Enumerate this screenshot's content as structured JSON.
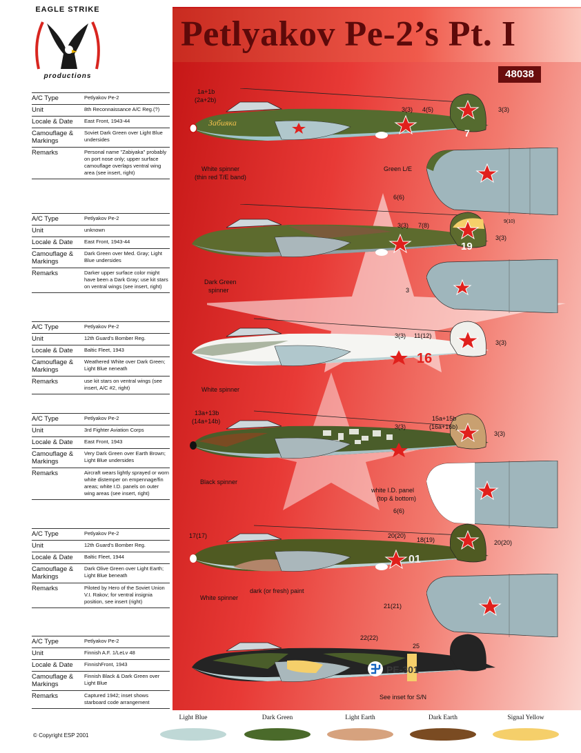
{
  "brand": {
    "top": "EAGLE STRIKE",
    "bottom": "productions"
  },
  "title": "Petlyakov Pe-2’s   Pt. I",
  "catalog": "48038",
  "copyright": "© Copyright ESP 2001",
  "aircraft": [
    {
      "rows": [
        {
          "k": "A/C Type",
          "v": "Petlyakov Pe-2"
        },
        {
          "k": "Unit",
          "v": "8th Reconnaissance A/C Reg.(?)"
        },
        {
          "k": "Locale & Date",
          "v": "East Front, 1943-44"
        },
        {
          "k": "Camouflage & Markings",
          "v": "Soviet Dark Green over Light Blue undersides"
        },
        {
          "k": "Remarks",
          "v": "Personal name \"Zabiyaka\" probably on port nose only; upper surface camouflage overlaps ventral wing area (see insert, right)"
        }
      ],
      "labels": [
        "1a+1b",
        "(2a+2b)",
        "3(3)",
        "4(5)",
        "3(3)",
        "White spinner",
        "(thin red T/E band)",
        "Green L/E",
        "6(6)"
      ],
      "fin_code": "7",
      "nose_name": "Забияка"
    },
    {
      "rows": [
        {
          "k": "A/C Type",
          "v": "Petlyakov Pe-2"
        },
        {
          "k": "Unit",
          "v": "unknown"
        },
        {
          "k": "Locale & Date",
          "v": "East Front, 1943-44"
        },
        {
          "k": "Camouflage & Markings",
          "v": "Dark Green over Med. Gray; Light Blue undersides"
        },
        {
          "k": "Remarks",
          "v": "Darker upper surface color might have been a Dark Gray; use kit stars on ventral wings (see insert, right)"
        }
      ],
      "labels": [
        "3(3)",
        "7(8)",
        "9(10)",
        "3(3)",
        "Dark Green",
        "spinner",
        "3"
      ],
      "fin_code": "19"
    },
    {
      "rows": [
        {
          "k": "A/C Type",
          "v": "Petlyakov Pe-2"
        },
        {
          "k": "Unit",
          "v": "12th Guard's Bomber Reg."
        },
        {
          "k": "Locale & Date",
          "v": "Baltic Fleet, 1943"
        },
        {
          "k": "Camouflage & Markings",
          "v": "Weathered White over Dark Green; Light Blue neneath"
        },
        {
          "k": "Remarks",
          "v": "use kit stars on ventral wings (see insert, A/C #2, right)"
        }
      ],
      "labels": [
        "3(3)",
        "11(12)",
        "3(3)",
        "White spinner"
      ],
      "fuselage_code": "16"
    },
    {
      "rows": [
        {
          "k": "A/C Type",
          "v": "Petlyakov Pe-2"
        },
        {
          "k": "Unit",
          "v": "3rd Fighter Aviation Corps"
        },
        {
          "k": "Locale & Date",
          "v": "East Front, 1943"
        },
        {
          "k": "Camouflage & Markings",
          "v": "Very Dark Green over Earth Brown; Light Blue undersides"
        },
        {
          "k": "Remarks",
          "v": "Aircraft wears lightly sprayed or worn white distemper on empennage/fin areas; white I.D. panels on outer wing areas (see insert, right)"
        }
      ],
      "labels": [
        "13a+13b",
        "(14a+14b)",
        "3(3)",
        "15a+15b",
        "(16a+16b)",
        "3(3)",
        "Black spinner",
        "white I.D. panel",
        "(top & bottom)",
        "6(6)"
      ]
    },
    {
      "rows": [
        {
          "k": "A/C Type",
          "v": "Petlyakov Pe-2"
        },
        {
          "k": "Unit",
          "v": "12th Guard's Bomber Reg."
        },
        {
          "k": "Locale & Date",
          "v": "Baltic Fleet, 1944"
        },
        {
          "k": "Camouflage & Markings",
          "v": "Dark Olive Green over Light Earth; Light Blue beneath"
        },
        {
          "k": "Remarks",
          "v": "Piloted by Hero of the Soviet Union V.I. Rakov; for ventral insignia position, see insert (right)"
        }
      ],
      "labels": [
        "17(17)",
        "20(20)",
        "18(19)",
        "20(20)",
        "White spinner",
        "dark (or fresh) paint",
        "21(21)"
      ],
      "fuselage_code": "01"
    },
    {
      "rows": [
        {
          "k": "A/C Type",
          "v": "Petlyakov Pe-2"
        },
        {
          "k": "Unit",
          "v": "Finnish A.F. 1/LeLv 48"
        },
        {
          "k": "Locale & Date",
          "v": "FinnishFront, 1943"
        },
        {
          "k": "Camouflage & Markings",
          "v": "Finnish Black & Dark Green over Light Blue"
        },
        {
          "k": "Remarks",
          "v": "Captured 1942; inset shows starboard code arrangement"
        }
      ],
      "labels": [
        "22(22)",
        "25",
        "See inset for S/N"
      ],
      "fuselage_code": "PE-301"
    }
  ],
  "swatches": [
    {
      "name": "Light Blue",
      "color": "#bfd8d6"
    },
    {
      "name": "Dark Green",
      "color": "#4a6a2a"
    },
    {
      "name": "Light Earth",
      "color": "#d6a27e"
    },
    {
      "name": "Dark Earth",
      "color": "#7a4b22"
    },
    {
      "name": "Signal Yellow",
      "color": "#f5cf6a"
    }
  ],
  "colors": {
    "accent_red": "#d8251f",
    "title_dark": "#5d0a0a",
    "star_red": "#e0201c"
  }
}
